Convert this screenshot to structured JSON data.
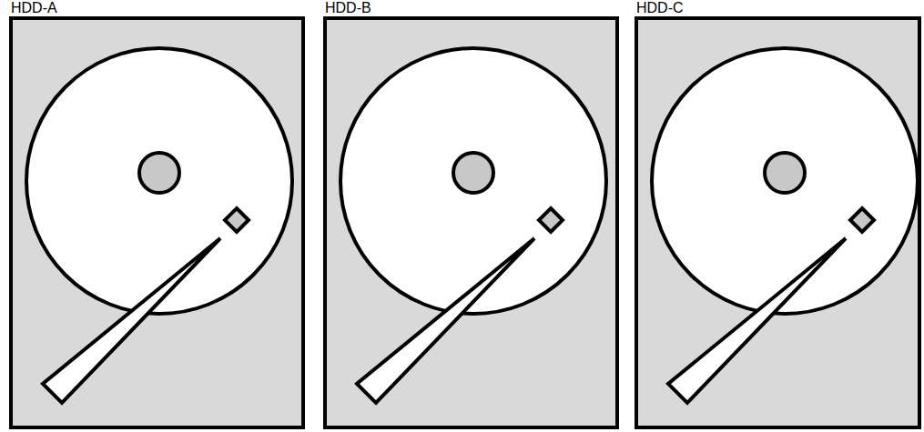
{
  "diagram": {
    "nodes": [
      {
        "text": [
          "HDD-A"
        ]
      },
      {
        "text": [
          "HDD-B"
        ]
      },
      {
        "text": [
          "HDD-C"
        ]
      }
    ]
  }
}
